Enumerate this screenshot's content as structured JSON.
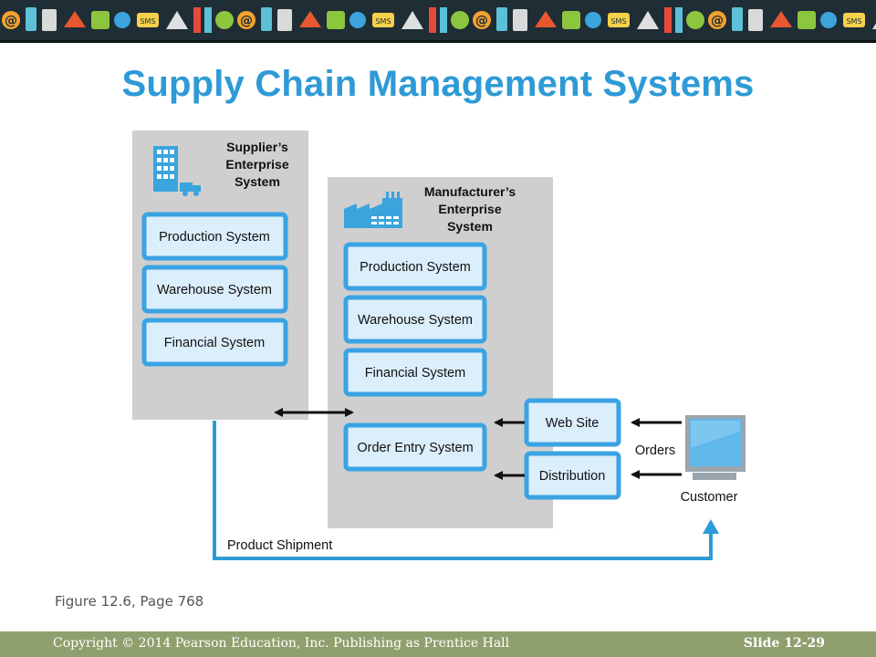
{
  "slide": {
    "title": "Supply Chain Management Systems",
    "caption": "Figure 12.6, Page 768",
    "footer_copyright": "Copyright © 2014 Pearson Education, Inc. Publishing as Prentice Hall",
    "slide_number": "Slide 12-29"
  },
  "diagram": {
    "supplier": {
      "title_lines": [
        "Supplier’s",
        "Enterprise",
        "System"
      ],
      "systems": [
        "Production System",
        "Warehouse System",
        "Financial System"
      ]
    },
    "manufacturer": {
      "title_lines": [
        "Manufacturer’s",
        "Enterprise",
        "System"
      ],
      "systems": [
        "Production System",
        "Warehouse System",
        "Financial System",
        "Order Entry System"
      ]
    },
    "web_site": "Web Site",
    "distribution": "Distribution",
    "orders_label": "Orders",
    "customer_label": "Customer",
    "shipment_label": "Product Shipment"
  },
  "colors": {
    "title": "#2e9ad6",
    "panel": "#cfcfcf",
    "box_fill": "#dbeefb",
    "box_border": "#3aa3e3",
    "arrow_blue": "#2e9ad6",
    "footer": "#8fa06e"
  }
}
